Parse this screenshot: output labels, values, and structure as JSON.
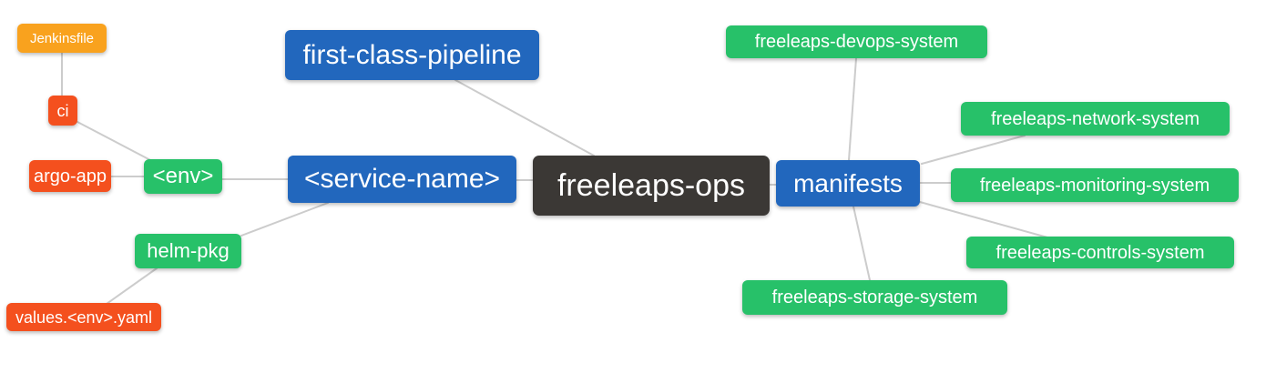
{
  "diagram": {
    "type": "mindmap",
    "root": "freeleaps-ops",
    "colors": {
      "blue": "#2267bd",
      "green": "#27c169",
      "red": "#f4501e",
      "amber": "#f9a21e",
      "dark": "#3b3835",
      "edge": "#cccccc",
      "text": "#ffffff",
      "background": "#ffffff"
    },
    "nodes": {
      "jenkinsfile": {
        "label": "Jenkinsfile",
        "color": "amber"
      },
      "ci": {
        "label": "ci",
        "color": "red"
      },
      "argo_app": {
        "label": "argo-app",
        "color": "red"
      },
      "env": {
        "label": "<env>",
        "color": "green"
      },
      "helm_pkg": {
        "label": "helm-pkg",
        "color": "green"
      },
      "values_env_yaml": {
        "label": "values.<env>.yaml",
        "color": "red"
      },
      "first_class_pipeline": {
        "label": "first-class-pipeline",
        "color": "blue"
      },
      "service_name": {
        "label": "<service-name>",
        "color": "blue"
      },
      "freeleaps_ops": {
        "label": "freeleaps-ops",
        "color": "dark"
      },
      "manifests": {
        "label": "manifests",
        "color": "blue"
      },
      "devops_system": {
        "label": "freeleaps-devops-system",
        "color": "green"
      },
      "network_system": {
        "label": "freeleaps-network-system",
        "color": "green"
      },
      "monitoring_system": {
        "label": "freeleaps-monitoring-system",
        "color": "green"
      },
      "controls_system": {
        "label": "freeleaps-controls-system",
        "color": "green"
      },
      "storage_system": {
        "label": "freeleaps-storage-system",
        "color": "green"
      }
    },
    "edges": [
      {
        "from": "jenkinsfile",
        "to": "ci"
      },
      {
        "from": "ci",
        "to": "env"
      },
      {
        "from": "argo_app",
        "to": "env"
      },
      {
        "from": "env",
        "to": "service_name"
      },
      {
        "from": "service_name",
        "to": "helm_pkg"
      },
      {
        "from": "helm_pkg",
        "to": "values_env_yaml"
      },
      {
        "from": "first_class_pipeline",
        "to": "freeleaps_ops"
      },
      {
        "from": "service_name",
        "to": "freeleaps_ops"
      },
      {
        "from": "freeleaps_ops",
        "to": "manifests"
      },
      {
        "from": "manifests",
        "to": "devops_system"
      },
      {
        "from": "manifests",
        "to": "network_system"
      },
      {
        "from": "manifests",
        "to": "monitoring_system"
      },
      {
        "from": "manifests",
        "to": "controls_system"
      },
      {
        "from": "manifests",
        "to": "storage_system"
      }
    ]
  }
}
